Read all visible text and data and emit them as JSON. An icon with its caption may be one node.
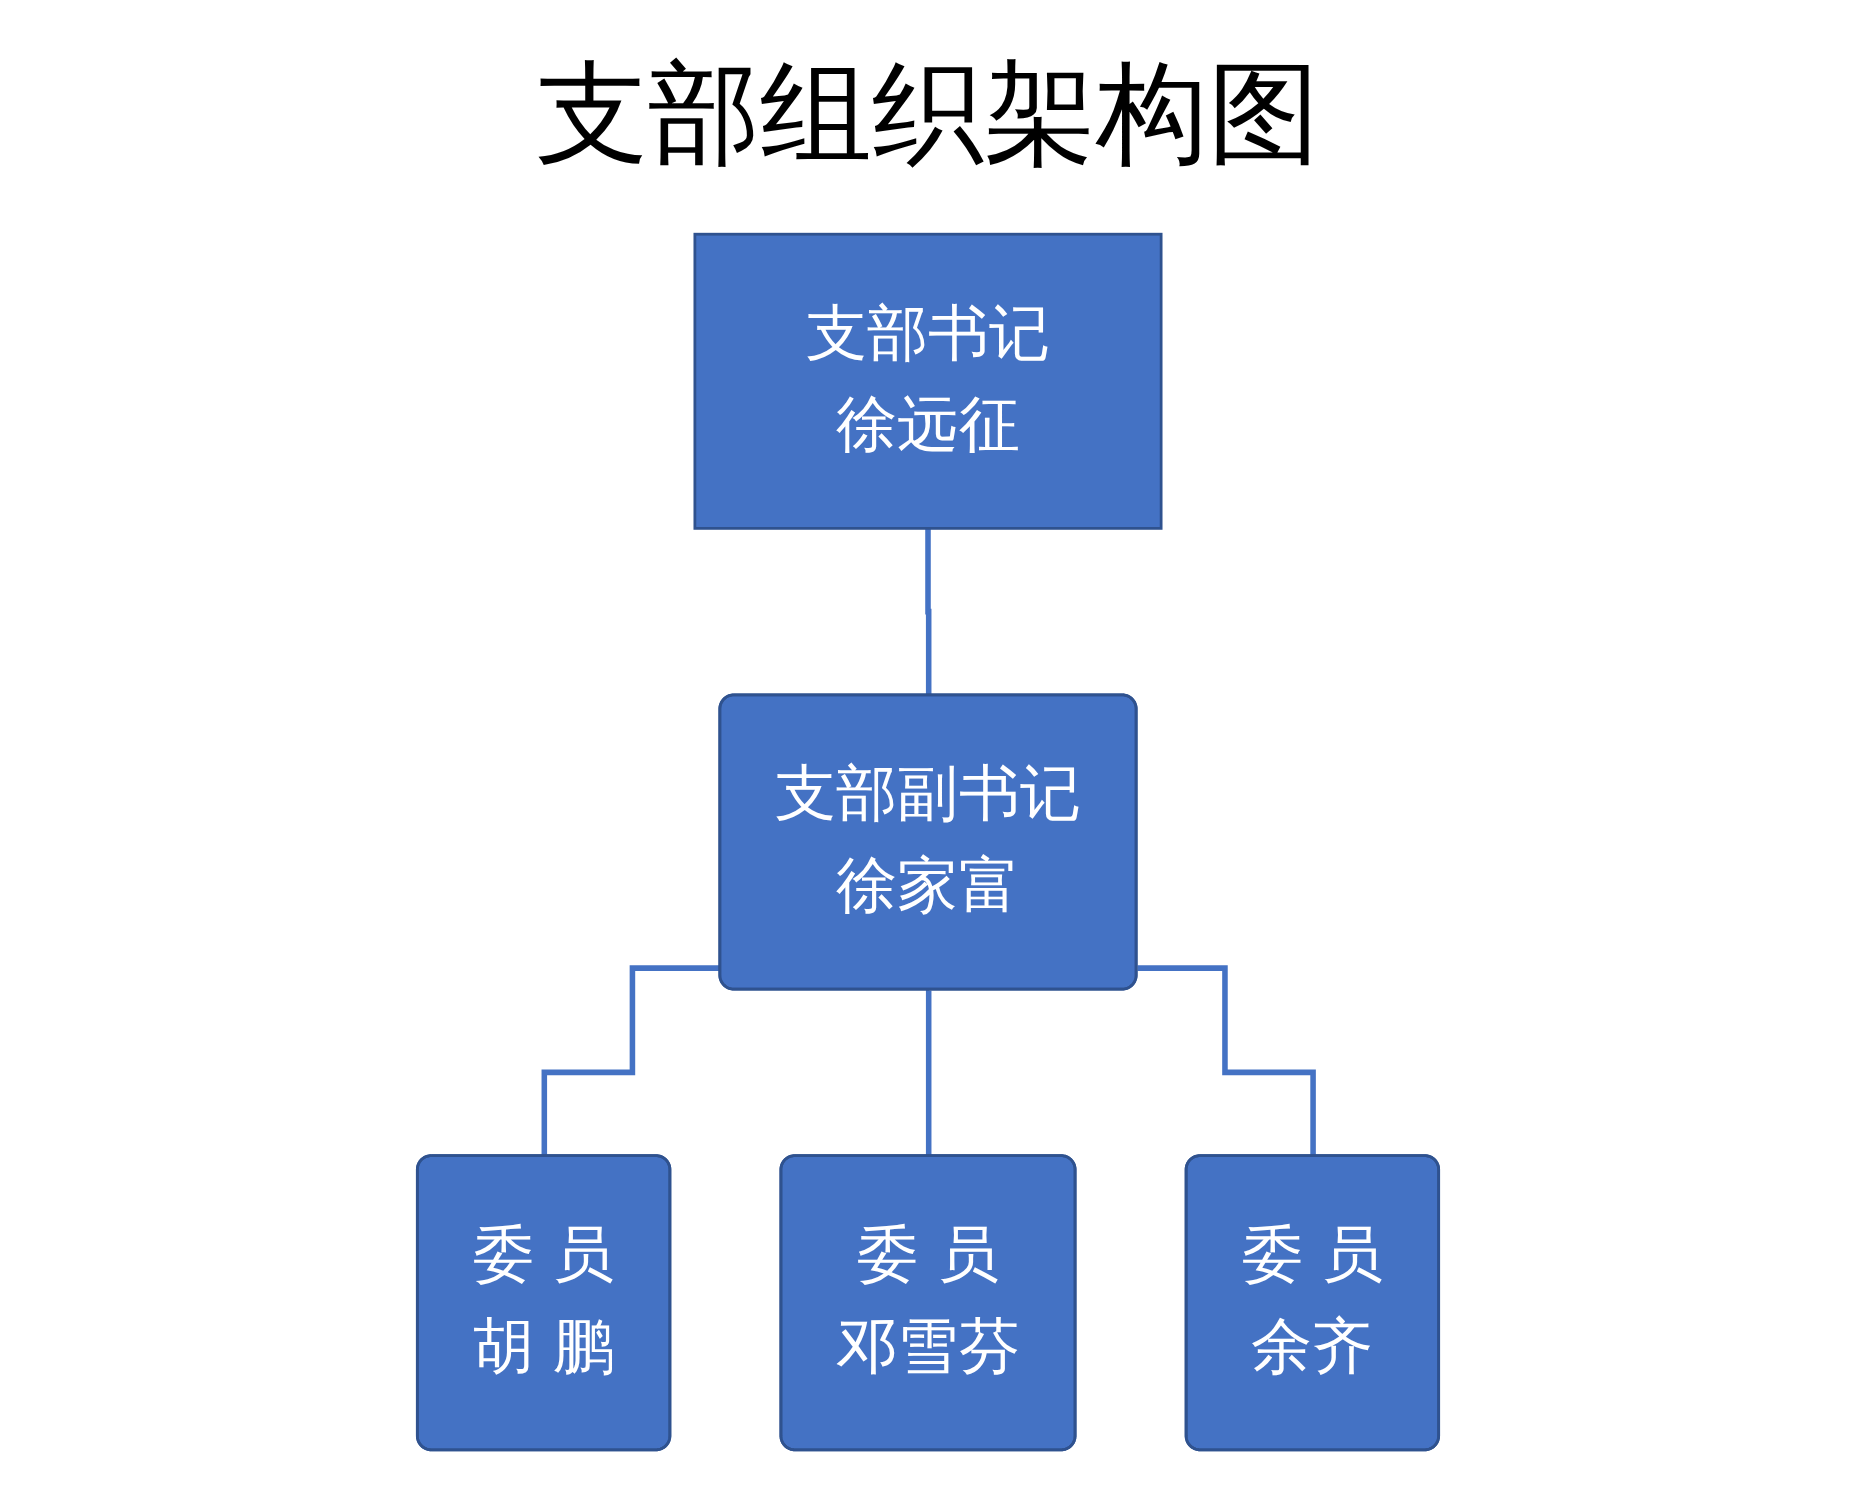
{
  "diagram": {
    "title": "支部组织架构图",
    "nodes": [
      {
        "text": [
          "支部书记",
          "徐远征"
        ]
      },
      {
        "text": [
          "支部副书记",
          "徐家富"
        ]
      },
      {
        "text": [
          "委 员",
          "胡 鹏"
        ]
      },
      {
        "text": [
          "委 员",
          "邓雪芬"
        ]
      },
      {
        "text": [
          "委 员",
          "余齐"
        ]
      }
    ],
    "edges": [
      {
        "from": 0,
        "to": 1,
        "arrow": "none"
      },
      {
        "from": 1,
        "to": 2,
        "arrow": "none"
      },
      {
        "from": 1,
        "to": 3,
        "arrow": "none"
      },
      {
        "from": 1,
        "to": 4,
        "arrow": "none"
      }
    ]
  }
}
